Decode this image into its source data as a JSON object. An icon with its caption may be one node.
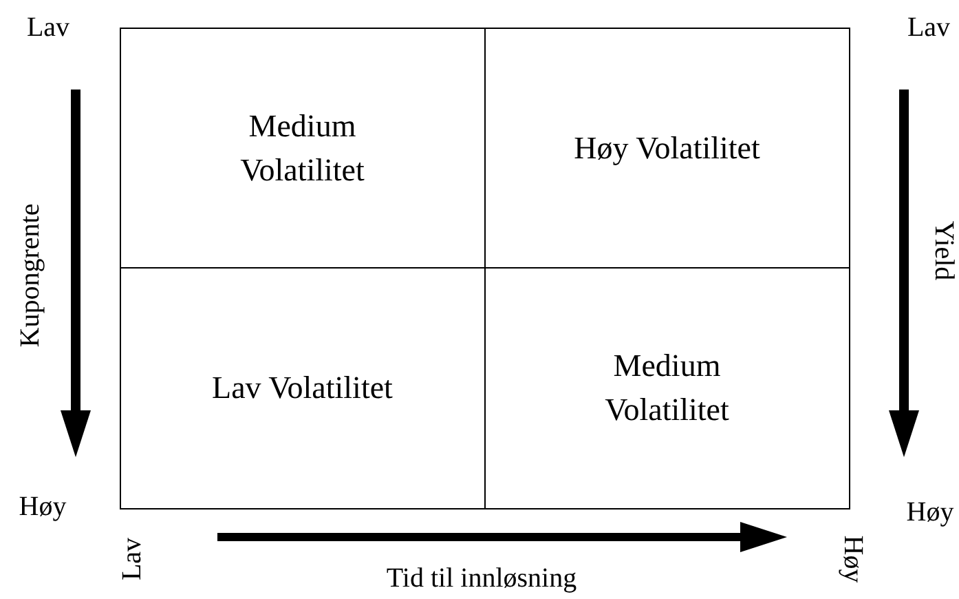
{
  "diagram": {
    "nodes": [
      {
        "text": [
          "Medium Volatilitet"
        ]
      },
      {
        "text": [
          "Høy Volatilitet"
        ]
      },
      {
        "text": [
          "Lav Volatilitet"
        ]
      },
      {
        "text": [
          "Medium Volatilitet"
        ]
      }
    ],
    "labels": [
      "Lav",
      "Kupongrente",
      "Høy",
      "Lav",
      "Yield",
      "Høy",
      "Lav",
      "Tid til innløsning",
      "Høy"
    ]
  }
}
